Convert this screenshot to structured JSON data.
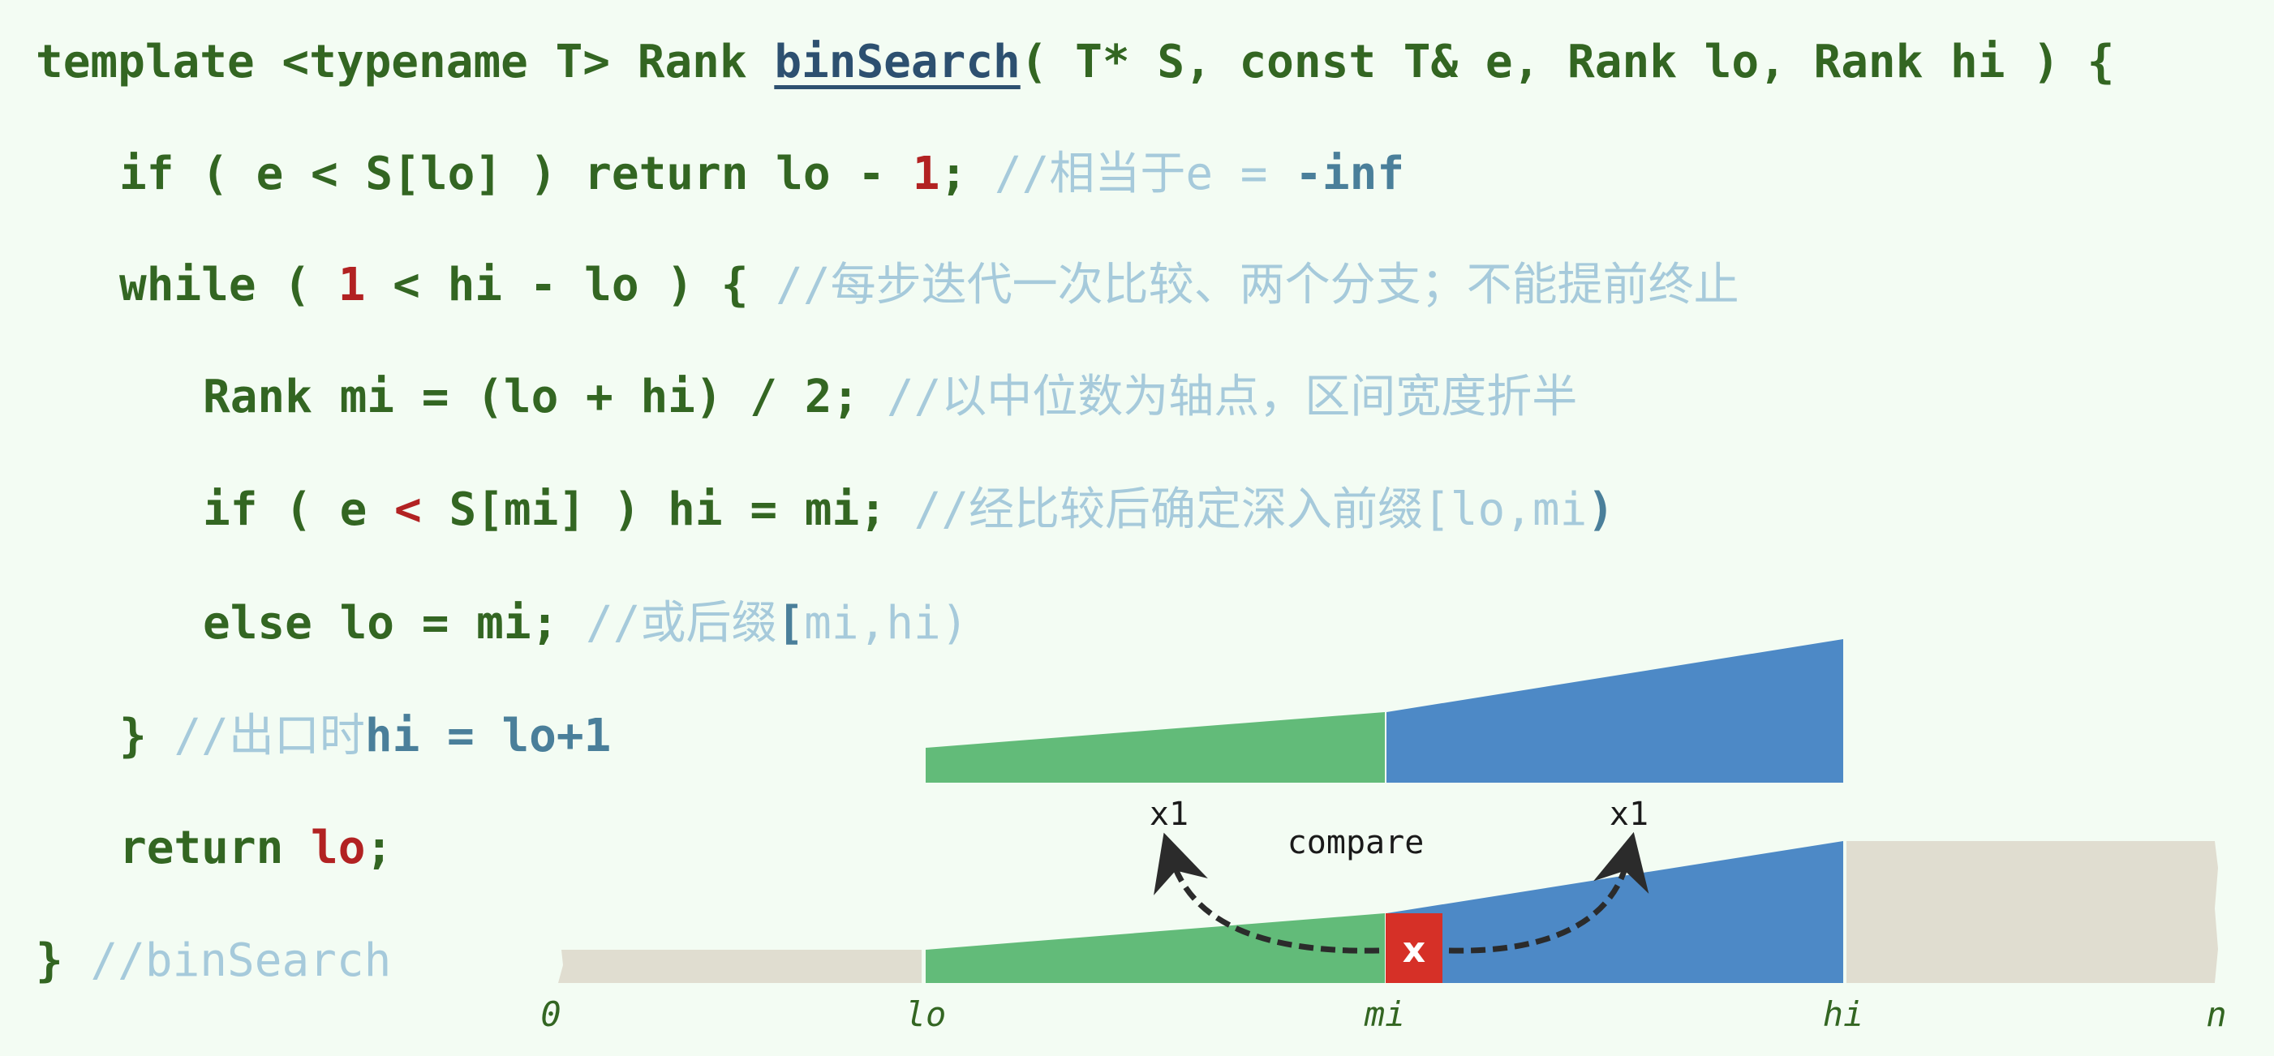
{
  "code": {
    "lines": [
      [
        {
          "t": "template <typename T> Rank ",
          "c": "kw"
        },
        {
          "t": "binSearch",
          "c": "fn"
        },
        {
          "t": "( T* S, const T& e, Rank lo, Rank hi ) {",
          "c": "kw"
        }
      ],
      [
        {
          "t": "if ( e < S[lo] ) return lo - ",
          "c": "kw"
        },
        {
          "t": "1",
          "c": "num"
        },
        {
          "t": "; ",
          "c": "kw"
        },
        {
          "t": "//相当于e = ",
          "c": "cm"
        },
        {
          "t": "-inf",
          "c": "hl"
        }
      ],
      [
        {
          "t": "while ( ",
          "c": "kw"
        },
        {
          "t": "1",
          "c": "num"
        },
        {
          "t": " < hi - lo ) { ",
          "c": "kw"
        },
        {
          "t": "//每步迭代一次比较、两个分支；不能提前终止",
          "c": "cm"
        }
      ],
      [
        {
          "t": "Rank mi = (lo + hi) / 2; ",
          "c": "kw"
        },
        {
          "t": "//以中位数为轴点，区间宽度折半",
          "c": "cm"
        }
      ],
      [
        {
          "t": "if ( e ",
          "c": "kw"
        },
        {
          "t": "<",
          "c": "num"
        },
        {
          "t": " S[mi] ) hi = mi; ",
          "c": "kw"
        },
        {
          "t": "//经比较后确定深入前缀[lo,mi",
          "c": "cm"
        },
        {
          "t": ")",
          "c": "hl"
        }
      ],
      [
        {
          "t": "else lo = mi; ",
          "c": "kw"
        },
        {
          "t": "//或后缀",
          "c": "cm"
        },
        {
          "t": "[",
          "c": "hl"
        },
        {
          "t": "mi,hi)",
          "c": "cm"
        }
      ],
      [
        {
          "t": "} ",
          "c": "kw"
        },
        {
          "t": "//出口时",
          "c": "cm"
        },
        {
          "t": "hi = lo+1",
          "c": "hl"
        }
      ],
      [
        {
          "t": "return ",
          "c": "kw"
        },
        {
          "t": "lo",
          "c": "num"
        },
        {
          "t": ";",
          "c": "kw"
        }
      ],
      [
        {
          "t": "} ",
          "c": "kw"
        },
        {
          "t": "//binSearch",
          "c": "cm"
        }
      ]
    ],
    "indents": [
      0,
      1,
      1,
      2,
      2,
      2,
      1,
      1,
      0
    ]
  },
  "diagram": {
    "left_count_label": "x1",
    "right_count_label": "x1",
    "compare_label": "compare",
    "pivot_label": "x",
    "axis_labels": {
      "zero": "0",
      "lo": "lo",
      "mi": "mi",
      "hi": "hi",
      "n": "n"
    },
    "colors": {
      "prefix": "#62bb79",
      "suffix": "#4d89c6",
      "pivot": "#d63027",
      "outside": "#e0ddd0"
    }
  }
}
